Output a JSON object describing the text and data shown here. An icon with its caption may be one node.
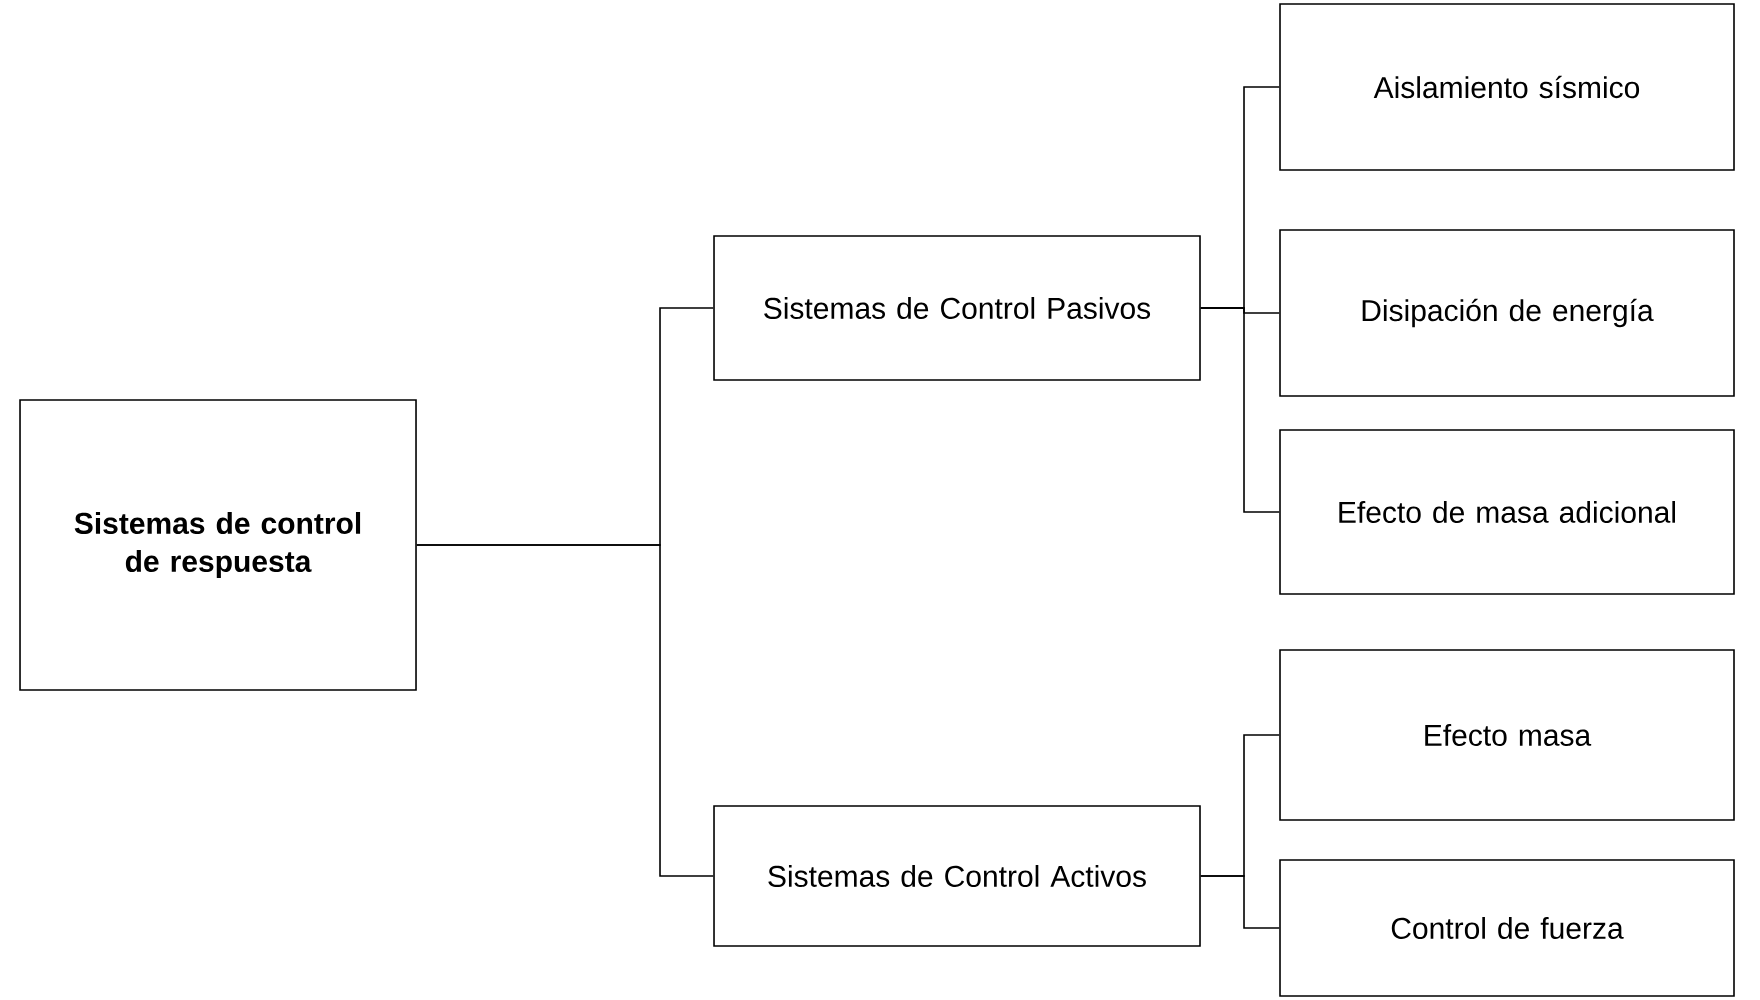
{
  "diagram": {
    "nodes": [
      {
        "text": [
          "Sistemas de control de respuesta"
        ]
      },
      {
        "text": [
          "Sistemas de Control Pasivos"
        ]
      },
      {
        "text": [
          "Sistemas de Control Activos"
        ]
      },
      {
        "text": [
          "Aislamiento sísmico"
        ]
      },
      {
        "text": [
          "Disipación de energía"
        ]
      },
      {
        "text": [
          "Efecto de masa adicional"
        ]
      },
      {
        "text": [
          "Efecto masa"
        ]
      },
      {
        "text": [
          "Control de fuerza"
        ]
      }
    ],
    "edges": [
      {
        "from": 0,
        "to": 1,
        "arrow": "none"
      },
      {
        "from": 0,
        "to": 2,
        "arrow": "none"
      },
      {
        "from": 1,
        "to": 3,
        "arrow": "none"
      },
      {
        "from": 1,
        "to": 4,
        "arrow": "none"
      },
      {
        "from": 1,
        "to": 5,
        "arrow": "none"
      },
      {
        "from": 2,
        "to": 6,
        "arrow": "none"
      },
      {
        "from": 2,
        "to": 7,
        "arrow": "none"
      }
    ]
  }
}
